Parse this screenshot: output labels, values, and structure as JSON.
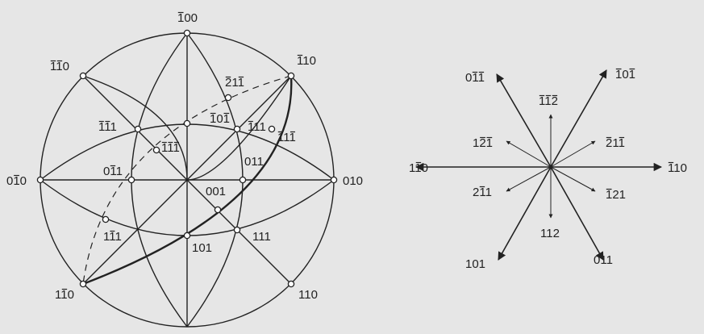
{
  "stereogram": {
    "poles": [
      {
        "id": "m100",
        "label": "100",
        "bars": [
          0
        ]
      },
      {
        "id": "m1m10",
        "label": "110",
        "bars": [
          0,
          1
        ]
      },
      {
        "id": "m110",
        "label": "110",
        "bars": [
          0
        ]
      },
      {
        "id": "m21m1",
        "label": "211",
        "bars": [
          0,
          2
        ]
      },
      {
        "id": "m10m1",
        "label": "101",
        "bars": [
          0,
          2
        ]
      },
      {
        "id": "m1m11",
        "label": "111",
        "bars": [
          0,
          1
        ]
      },
      {
        "id": "m111",
        "label": "111",
        "bars": [
          0
        ]
      },
      {
        "id": "m11m1",
        "label": "111",
        "bars": [
          0,
          2
        ]
      },
      {
        "id": "m1m1m1",
        "label": "111",
        "bars": [
          0,
          1,
          2
        ]
      },
      {
        "id": "0m10",
        "label": "010",
        "bars": [
          1
        ]
      },
      {
        "id": "0m11",
        "label": "011",
        "bars": [
          1
        ]
      },
      {
        "id": "011",
        "label": "011",
        "bars": []
      },
      {
        "id": "010",
        "label": "010",
        "bars": []
      },
      {
        "id": "001",
        "label": "001",
        "bars": []
      },
      {
        "id": "1m11",
        "label": "111",
        "bars": [
          1
        ]
      },
      {
        "id": "111",
        "label": "111",
        "bars": []
      },
      {
        "id": "101",
        "label": "101",
        "bars": []
      },
      {
        "id": "1m10",
        "label": "110",
        "bars": [
          1
        ]
      },
      {
        "id": "110",
        "label": "110",
        "bars": []
      }
    ]
  },
  "vector_diagram": {
    "directions": [
      {
        "id": "v0m1m1",
        "label": "011",
        "bars": [
          1,
          2
        ]
      },
      {
        "id": "vm10m1",
        "label": "101",
        "bars": [
          0,
          2
        ]
      },
      {
        "id": "vm1m1m2",
        "label": "112",
        "bars": [
          0,
          1,
          2
        ]
      },
      {
        "id": "v12m1",
        "label": "121",
        "bars": [
          1,
          2
        ]
      },
      {
        "id": "vm21m1",
        "label": "211",
        "bars": [
          0,
          2
        ]
      },
      {
        "id": "v1m10",
        "label": "110",
        "bars": [
          1
        ]
      },
      {
        "id": "vm110",
        "label": "110",
        "bars": [
          0
        ]
      },
      {
        "id": "v2m11",
        "label": "211",
        "bars": [
          1
        ]
      },
      {
        "id": "vm121",
        "label": "121",
        "bars": [
          0
        ]
      },
      {
        "id": "v112",
        "label": "112",
        "bars": []
      },
      {
        "id": "v101",
        "label": "101",
        "bars": []
      },
      {
        "id": "v011",
        "label": "011",
        "bars": []
      }
    ]
  }
}
